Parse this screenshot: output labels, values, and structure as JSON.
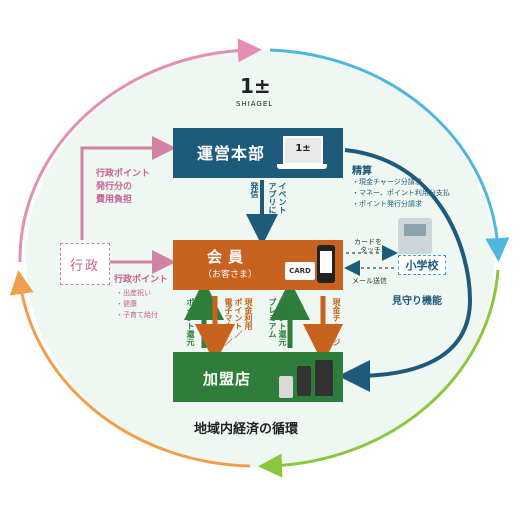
{
  "logo": {
    "mark": "1±",
    "text": "SHIAGEL"
  },
  "hq": {
    "title": "運営本部",
    "laptop_logo": "1±"
  },
  "member": {
    "title": "会員",
    "subtitle": "（お客さま）",
    "card": "CARD"
  },
  "store": {
    "title": "加盟店"
  },
  "admin": {
    "label": "行政"
  },
  "school": {
    "label": "小学校",
    "feature": "見守り機能",
    "touch_line1": "カードを",
    "touch_line2": "タッチ",
    "mail": "メール送信"
  },
  "labels": {
    "burden_line1": "行政ポイント",
    "burden_line2": "発行分の",
    "burden_line3": "費用負担",
    "gov_points": "行政ポイント",
    "gov_items": [
      "・出産祝い",
      "・健康",
      "・子育て給付"
    ],
    "settlement": "精算",
    "settlement_items": [
      "・現金チャージ分請求",
      "・マネー、ポイント利用分支払",
      "・ポイント発行分請求"
    ],
    "app_event": "アプリに",
    "app_event2": "イベント",
    "issue": "発信",
    "point_give": "ポイント還元",
    "emoney": "電子マネー／",
    "emoney2": "ポイント／",
    "emoney3": "現金利用",
    "premium": "プレミアム",
    "premium2": "ポイント還元",
    "charge": "現金チャージ"
  },
  "caption": "地域内経済の循環",
  "colors": {
    "navy": "#1e5a7a",
    "orange": "#c8621f",
    "green": "#2e7d3a",
    "pink": "#e58db3",
    "cyan": "#4fb6e0",
    "lime": "#8cc63f",
    "gold": "#f0a04b"
  }
}
